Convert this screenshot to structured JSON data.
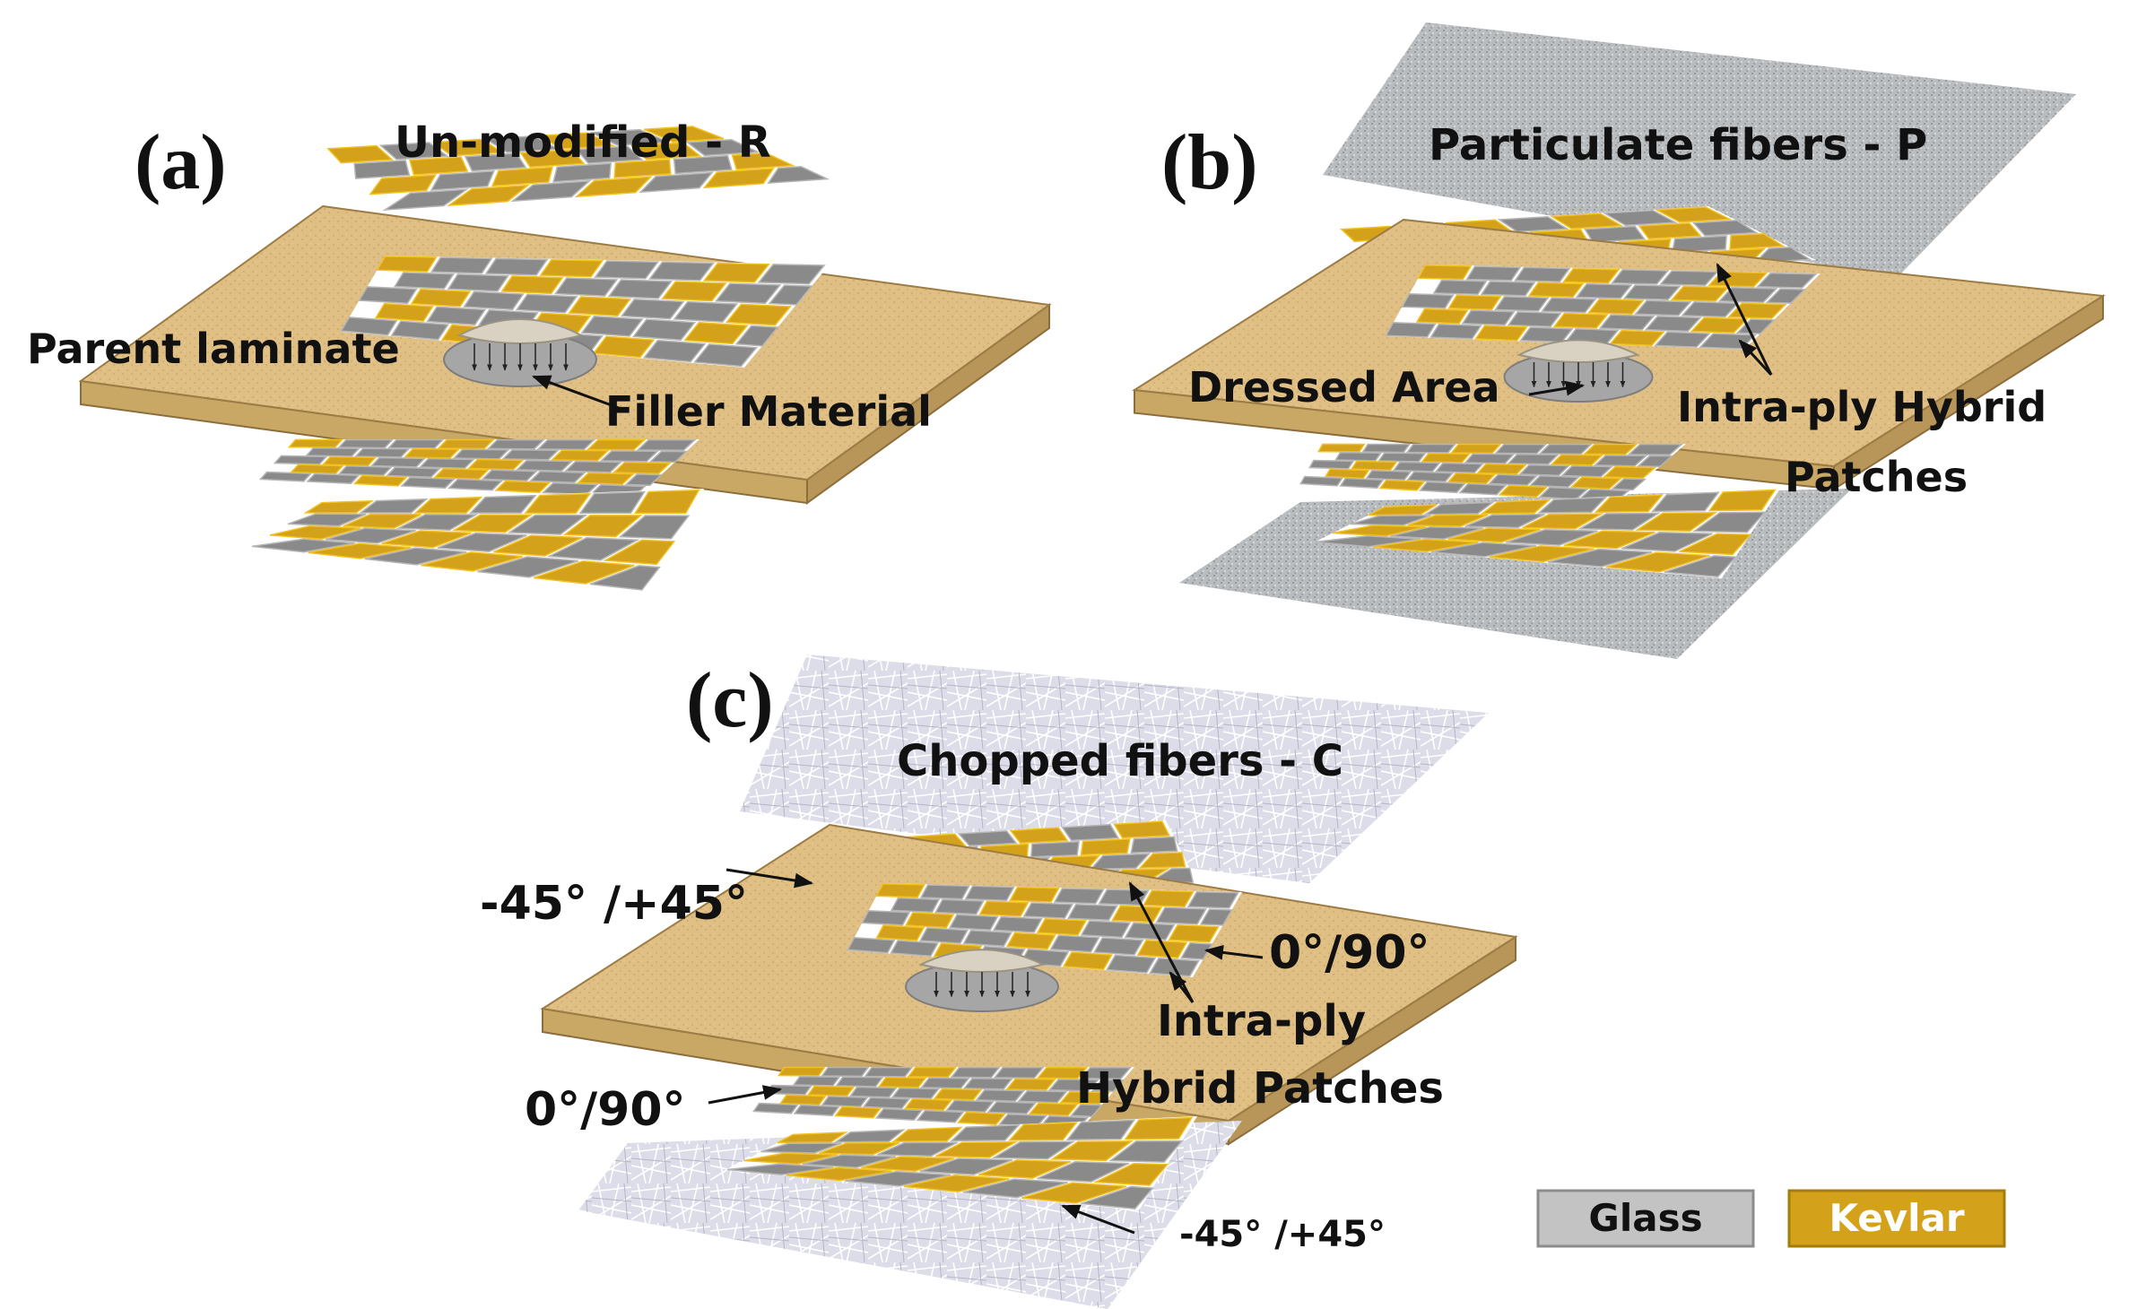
{
  "colors": {
    "glass": "#8a8a8a",
    "glass_light": "#b5b5b5",
    "kevlar": "#d3a21a",
    "kevlar_light": "#f2c020",
    "laminate": "#e0bf84",
    "laminate_edge": "#c9a866",
    "particulate": "#b9bdbf",
    "chopped": "#dcdde8",
    "dish": "#a6a6a6",
    "label": "#111111"
  },
  "panels": {
    "a": {
      "letter": "(a)",
      "title": "Un-modified - R",
      "parent_laminate": "Parent laminate",
      "filler_material": "Filler Material"
    },
    "b": {
      "letter": "(b)",
      "title": "Particulate fibers - P",
      "dressed_area": "Dressed Area",
      "patches_line1": "Intra-ply Hybrid",
      "patches_line2": "Patches"
    },
    "c": {
      "letter": "(c)",
      "title": "Chopped fibers - C",
      "angle_top_left": "-45° /+45°",
      "angle_top_right": "0°/90°",
      "patches_line1": "Intra-ply",
      "patches_line2": "Hybrid Patches",
      "angle_bottom_left": "0°/90°",
      "angle_bottom_right": "-45° /+45°"
    }
  },
  "legend": {
    "glass": "Glass",
    "kevlar": "Kevlar"
  }
}
